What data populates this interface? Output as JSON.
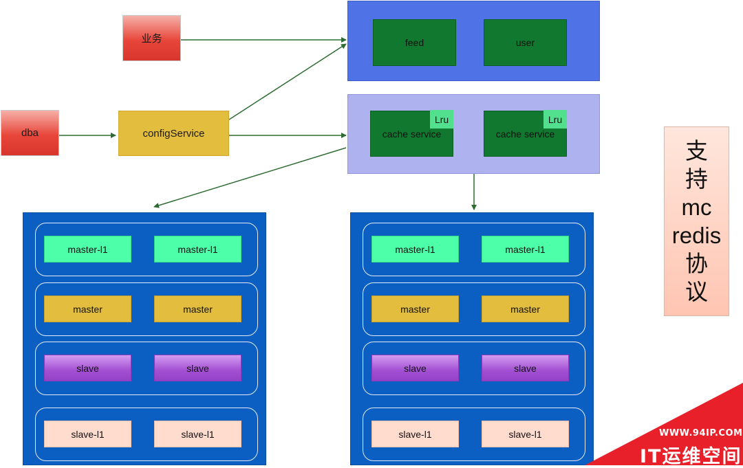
{
  "sources": {
    "business": "业务",
    "dba": "dba",
    "config_service": "configService"
  },
  "api_panel": {
    "feed": "feed",
    "user": "user"
  },
  "cache_panel": {
    "services": [
      {
        "label": "cache service",
        "tag": "Lru"
      },
      {
        "label": "cache service",
        "tag": "Lru"
      }
    ]
  },
  "clusters": [
    {
      "rows": [
        {
          "role": "master-l1",
          "nodes": [
            "master-l1",
            "master-l1"
          ]
        },
        {
          "role": "master",
          "nodes": [
            "master",
            "master"
          ]
        },
        {
          "role": "slave",
          "nodes": [
            "slave",
            "slave"
          ]
        },
        {
          "role": "slave-l1",
          "nodes": [
            "slave-l1",
            "slave-l1"
          ]
        }
      ]
    },
    {
      "rows": [
        {
          "role": "master-l1",
          "nodes": [
            "master-l1",
            "master-l1"
          ]
        },
        {
          "role": "master",
          "nodes": [
            "master",
            "master"
          ]
        },
        {
          "role": "slave",
          "nodes": [
            "slave",
            "slave"
          ]
        },
        {
          "role": "slave-l1",
          "nodes": [
            "slave-l1",
            "slave-l1"
          ]
        }
      ]
    }
  ],
  "side_note": [
    "支",
    "持",
    "mc",
    "redis",
    "协",
    "议"
  ],
  "watermark": {
    "url": "WWW.94IP.COM",
    "brand": "IT运维空间"
  },
  "colors": {
    "arrow": "#2e6b32",
    "watermark_red": "#e8202a"
  }
}
